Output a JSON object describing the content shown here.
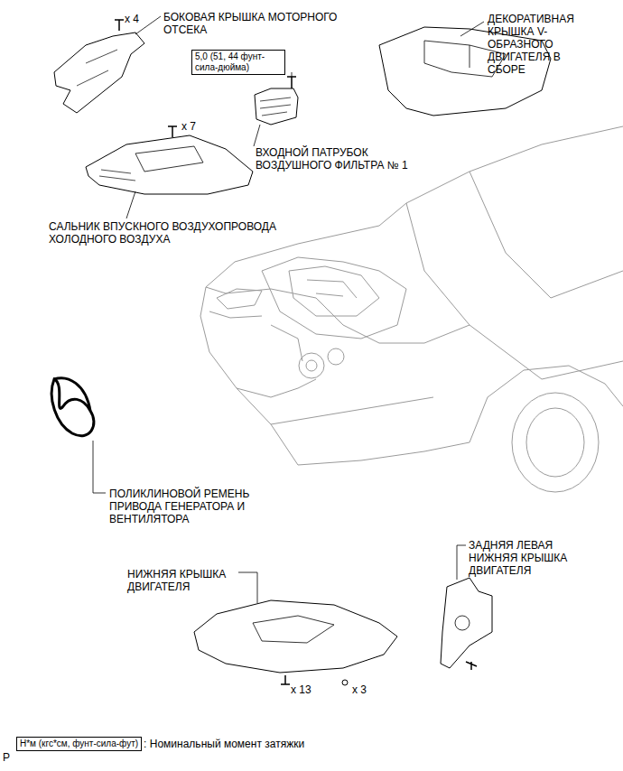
{
  "diagram": {
    "nodes": [
      {
        "text": [
          "5,0 (51, 44 фунт-сила-дюйма)"
        ]
      },
      {
        "text": [
          "Н*м (кгс*см, фунт-сила-фут)"
        ]
      }
    ],
    "labels": [
      "x 4",
      "БОКОВАЯ КРЫШКА МОТОРНОГО ОТСЕКА",
      "ДЕКОРАТИВНАЯ КРЫШКА V-ОБРАЗНОГО ДВИГАТЕЛЯ В СБОРЕ",
      "x 7",
      "ВХОДНОЙ ПАТРУБОК ВОЗДУШНОГО ФИЛЬТРА № 1",
      "САЛЬНИК ВПУСКНОГО ВОЗДУХОПРОВОДА ХОЛОДНОГО ВОЗДУХА",
      "ПОЛИКЛИНОВОЙ РЕМЕНЬ ПРИВОДА ГЕНЕРАТОРА И ВЕНТИЛЯТОРА",
      "НИЖНЯЯ КРЫШКА ДВИГАТЕЛЯ",
      "ЗАДНЯЯ ЛЕВАЯ НИЖНЯЯ КРЫШКА ДВИГАТЕЛЯ",
      "x 13",
      "x 3",
      ": Номинальный момент затяжки",
      "P"
    ]
  }
}
